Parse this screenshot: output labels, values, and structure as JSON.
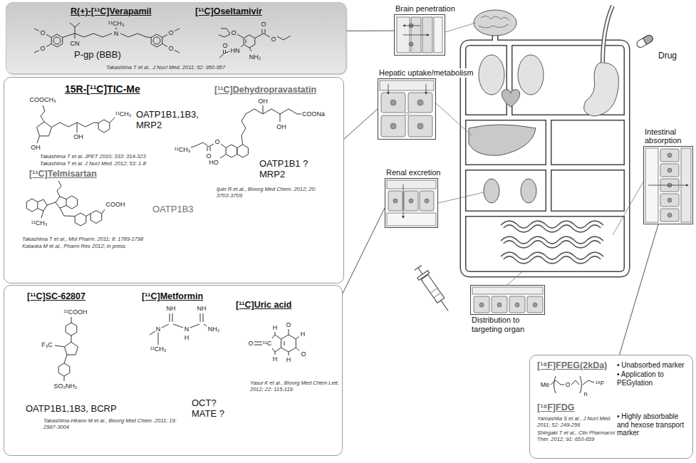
{
  "diagram": {
    "nodes": [
      {
        "text": [
          "R(+)-[¹¹C]Verapamil",
          "[¹¹C]Oseltamivir",
          "P-gp (BBB)",
          "Takashima T et al., J Nucl Med. 2011; 52: 950-957"
        ]
      },
      {
        "text": [
          "15R-[¹¹C]TIC-Me",
          "OATP1B1,1B3, MRP2",
          "Takashima T et al. JPET 2010; 333: 314-323",
          "Takashima T et al. J Nucl Med. 2012; 53: 1-8",
          "[¹¹C]Dehydropravastatin",
          "OATP1B1 ? MRP2",
          "Ijuin R et al., Bioorg Med Chem. 2012; 20: 3703-3709",
          "[¹¹C]Telmisartan",
          "OATP1B3",
          "Takashima T et al., Mol Pharm. 2011; 8: 1789-1798",
          "Kataoka M et al., Pharm Res 2012; in press"
        ]
      },
      {
        "text": [
          "[¹¹C]SC-62807",
          "[¹¹C]Metformin",
          "[¹¹C]Uric acid",
          "OATP1B1,1B3, BCRP",
          "Takashima-Hirano M et al., Bioorg Med Chem. 2011; 19: 2997-3004",
          "OCT? MATE ?",
          "Yasui K et al., Bioorg Med Chem Lett. 2012; 22: 115-119."
        ]
      },
      {
        "text": [
          "[¹⁸F]FPEG(2kDa)",
          "• Unabsorbed marker",
          "• Application to PEGylation",
          "[¹⁸F]FDG",
          "Yamashita S et al., J Nucl Med. 2011; 52: 249-256",
          "Shingaki T et al., Clin Pharmacol Ther. 2012; 91: 653-659",
          "• Highly absorbable and hexose transport marker"
        ]
      },
      {
        "text": [
          "Brain penetration"
        ]
      },
      {
        "text": [
          "Hepatic uptake/metabolism"
        ]
      },
      {
        "text": [
          "Renal excretion"
        ]
      },
      {
        "text": [
          "Intestinal absorption"
        ]
      },
      {
        "text": [
          "Distribution to targeting organ"
        ]
      }
    ],
    "edges": [
      {
        "from": 0,
        "to": 4,
        "arrow": "none"
      },
      {
        "from": 1,
        "to": 5,
        "arrow": "none"
      },
      {
        "from": 2,
        "to": 6,
        "arrow": "none"
      },
      {
        "from": 3,
        "to": 7,
        "arrow": "none"
      }
    ],
    "labels": [
      "O",
      "O",
      "CN",
      "N",
      "¹¹CH₃",
      "O",
      "O",
      "O",
      "O",
      "O",
      "HN",
      "O",
      "NH₂",
      "Drug",
      "COOCH₃",
      "OH",
      "OH",
      "¹¹CH₃",
      "OH",
      "OH",
      "COONa",
      "O",
      "O",
      "¹¹CH₃",
      "HO",
      "¹¹CH₃",
      "COOH",
      "¹¹COOH",
      "F₃C",
      "SO₂NH₂",
      "NH",
      "NH",
      "N",
      "N",
      "H",
      "NH₂",
      "¹¹CH₃",
      "O",
      "¹¹C",
      "H",
      "H",
      "O",
      "H",
      "O",
      "H",
      "Me",
      "O",
      "n",
      "¹⁸F"
    ]
  }
}
